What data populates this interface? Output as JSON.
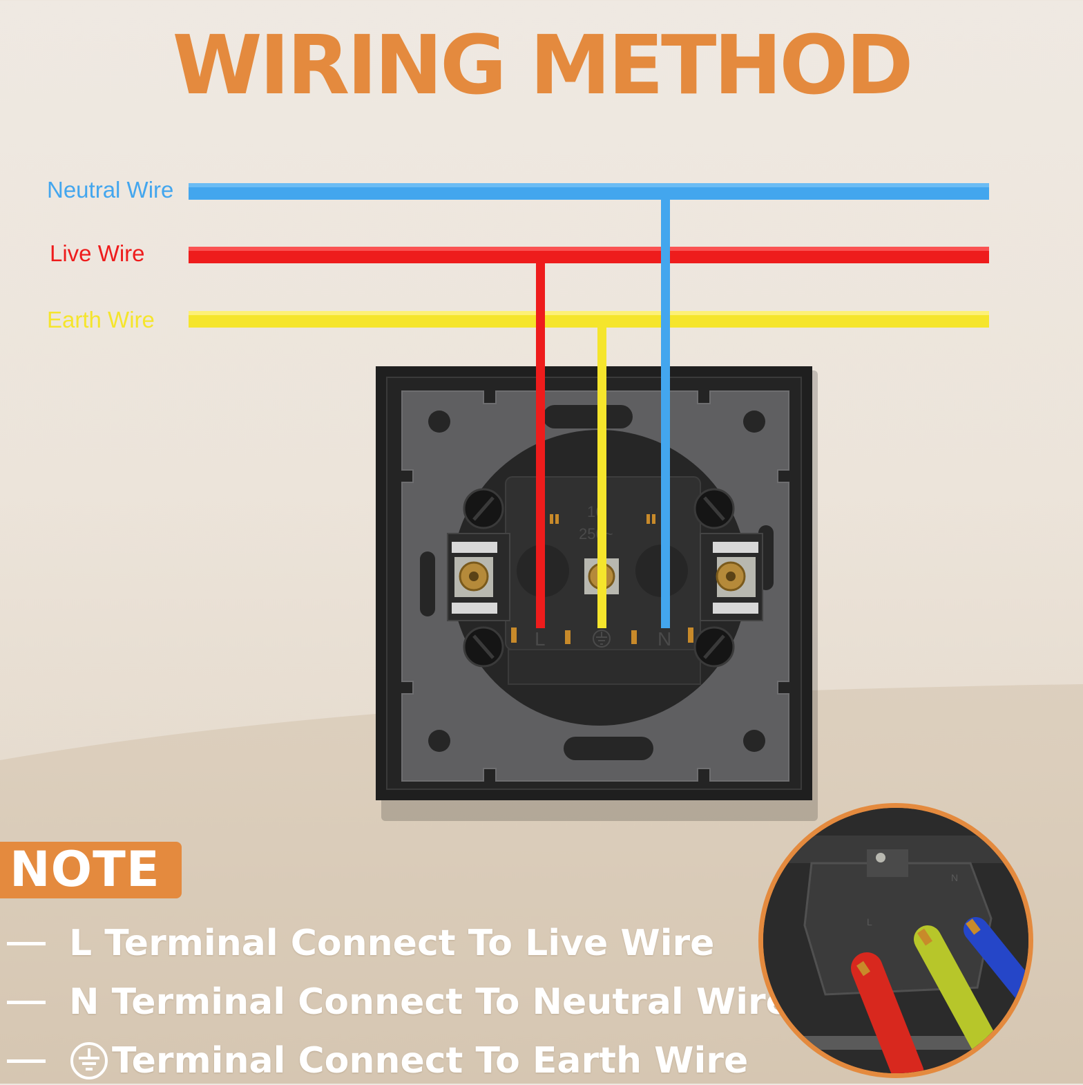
{
  "title": "WIRING METHOD",
  "wires": {
    "neutral": {
      "label": "Neutral Wire",
      "color": "#43a6ee"
    },
    "live": {
      "label": "Live Wire",
      "color": "#ee1c1c"
    },
    "earth": {
      "label": "Earth Wire",
      "color": "#f5e52c"
    }
  },
  "socket": {
    "terminal_l": "L",
    "terminal_n": "N",
    "rating_top": "16",
    "rating_bottom": "250~"
  },
  "note": {
    "heading": "NOTE",
    "items": [
      "L Terminal Connect To Live Wire",
      "N Terminal Connect To Neutral Wire",
      "Terminal Connect To Earth Wire"
    ]
  },
  "inset": {
    "label_l": "L",
    "label_n": "N"
  },
  "colors": {
    "accent": "#e48a3e",
    "plate": "#1f1f1f",
    "backplate": "#5c5c5e",
    "body": "#2a2a2a"
  }
}
